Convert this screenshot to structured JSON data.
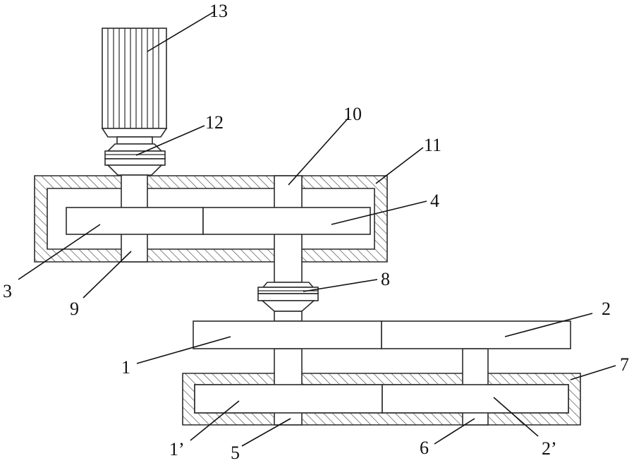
{
  "figure": {
    "colors": {
      "line": "#2b2b2b",
      "hatch": "#444444",
      "background": "#ffffff"
    },
    "labels": {
      "l13": "13",
      "l12": "12",
      "l10": "10",
      "l11": "11",
      "l4": "4",
      "l3": "3",
      "l9": "9",
      "l8": "8",
      "l2": "2",
      "l1": "1",
      "l7": "7",
      "l1p": "1’",
      "l5": "5",
      "l6": "6",
      "l2p": "2’"
    }
  }
}
